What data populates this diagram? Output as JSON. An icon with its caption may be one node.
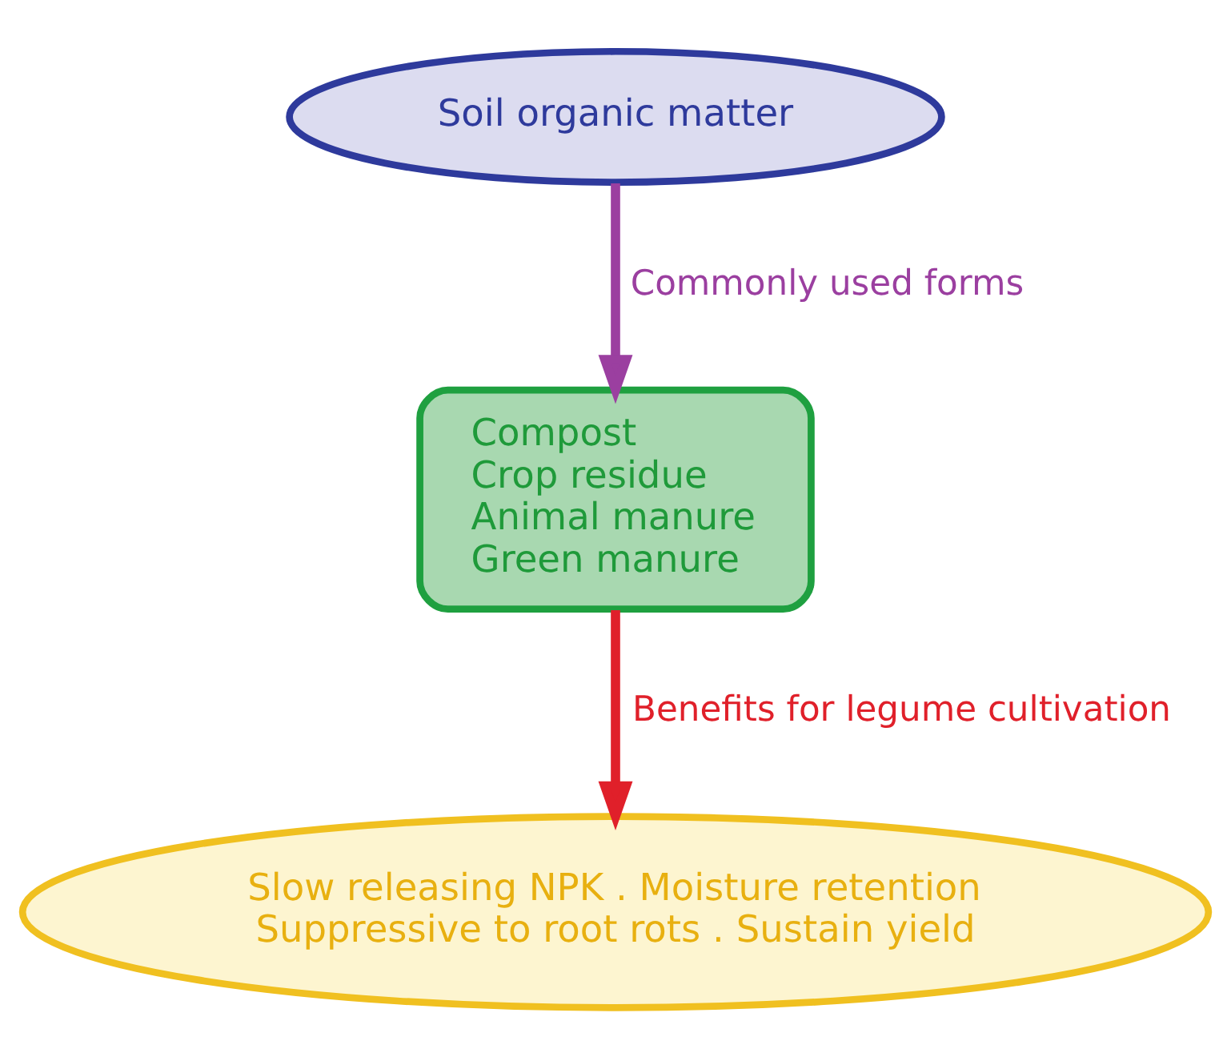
{
  "diagram": {
    "nodes": [
      {
        "text": [
          "Soil organic matter"
        ]
      },
      {
        "text": [
          "Compost",
          "Crop residue",
          "Animal manure",
          "Green manure"
        ]
      },
      {
        "text": [
          "Slow releasing NPK . Moisture retention",
          "Suppressive to root rots . Sustain yield"
        ]
      }
    ],
    "edges": [
      {
        "from": 0,
        "to": 1,
        "arrow": "to",
        "label": "Commonly used forms",
        "color": "#9b3fa0"
      },
      {
        "from": 1,
        "to": 2,
        "arrow": "to",
        "label": "Benefits for legume cultivation",
        "color": "#e0202a"
      }
    ]
  }
}
